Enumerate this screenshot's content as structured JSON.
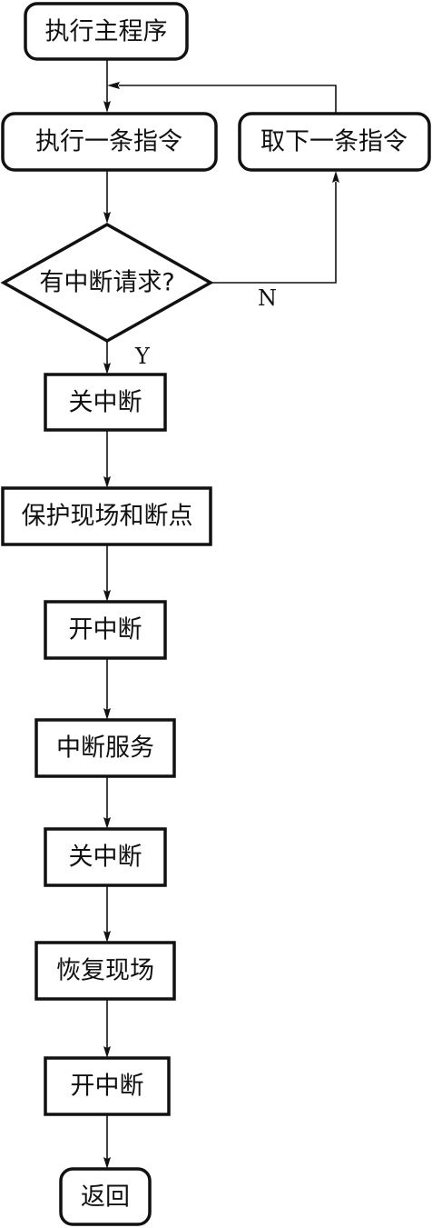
{
  "flowchart": {
    "nodes": {
      "start": "执行主程序",
      "exec": "执行一条指令",
      "fetch": "取下一条指令",
      "decision": "有中断请求?",
      "disable1": "关中断",
      "save": "保护现场和断点",
      "enable1": "开中断",
      "service": "中断服务",
      "disable2": "关中断",
      "restore": "恢复现场",
      "enable2": "开中断",
      "return": "返回"
    },
    "labels": {
      "no": "N",
      "yes": "Y"
    }
  }
}
